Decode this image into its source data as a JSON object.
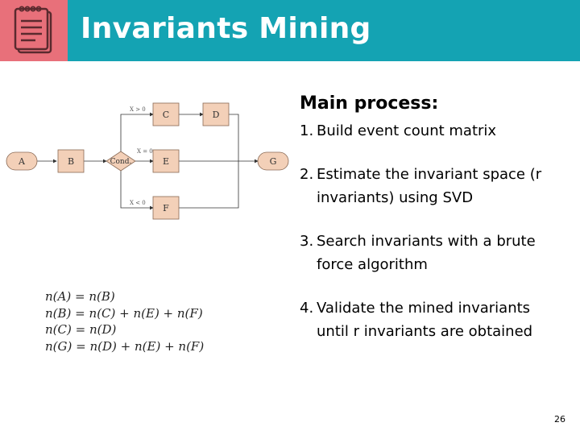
{
  "header": {
    "title": "Invariants Mining",
    "icon": "notepad-icon",
    "background_color": "#14a3b3",
    "icon_background_color": "#e8707a"
  },
  "flow_diagram": {
    "nodes": {
      "a": "A",
      "b": "B",
      "cond": "Cond.",
      "c": "C",
      "d": "D",
      "e": "E",
      "f": "F",
      "g": "G"
    },
    "edge_labels": {
      "to_c": "X > 0",
      "to_e": "X = 0",
      "to_f": "X < 0"
    }
  },
  "equations": [
    {
      "lhs": "n(A)",
      "rhs": "n(B)"
    },
    {
      "lhs": "n(B)",
      "rhs": "n(C) + n(E) + n(F)"
    },
    {
      "lhs": "n(C)",
      "rhs": "n(D)"
    },
    {
      "lhs": "n(G)",
      "rhs": "n(D) + n(E) + n(F)"
    }
  ],
  "content": {
    "heading": "Main process:",
    "steps": [
      {
        "number": "1.",
        "text": "Build event count matrix"
      },
      {
        "number": "2.",
        "text": "Estimate the invariant space (r invariants) using SVD"
      },
      {
        "number": "3.",
        "text": "Search invariants with a brute force algorithm"
      },
      {
        "number": "4.",
        "text": "Validate the mined invariants until r invariants are obtained"
      }
    ]
  },
  "page_number": "26"
}
